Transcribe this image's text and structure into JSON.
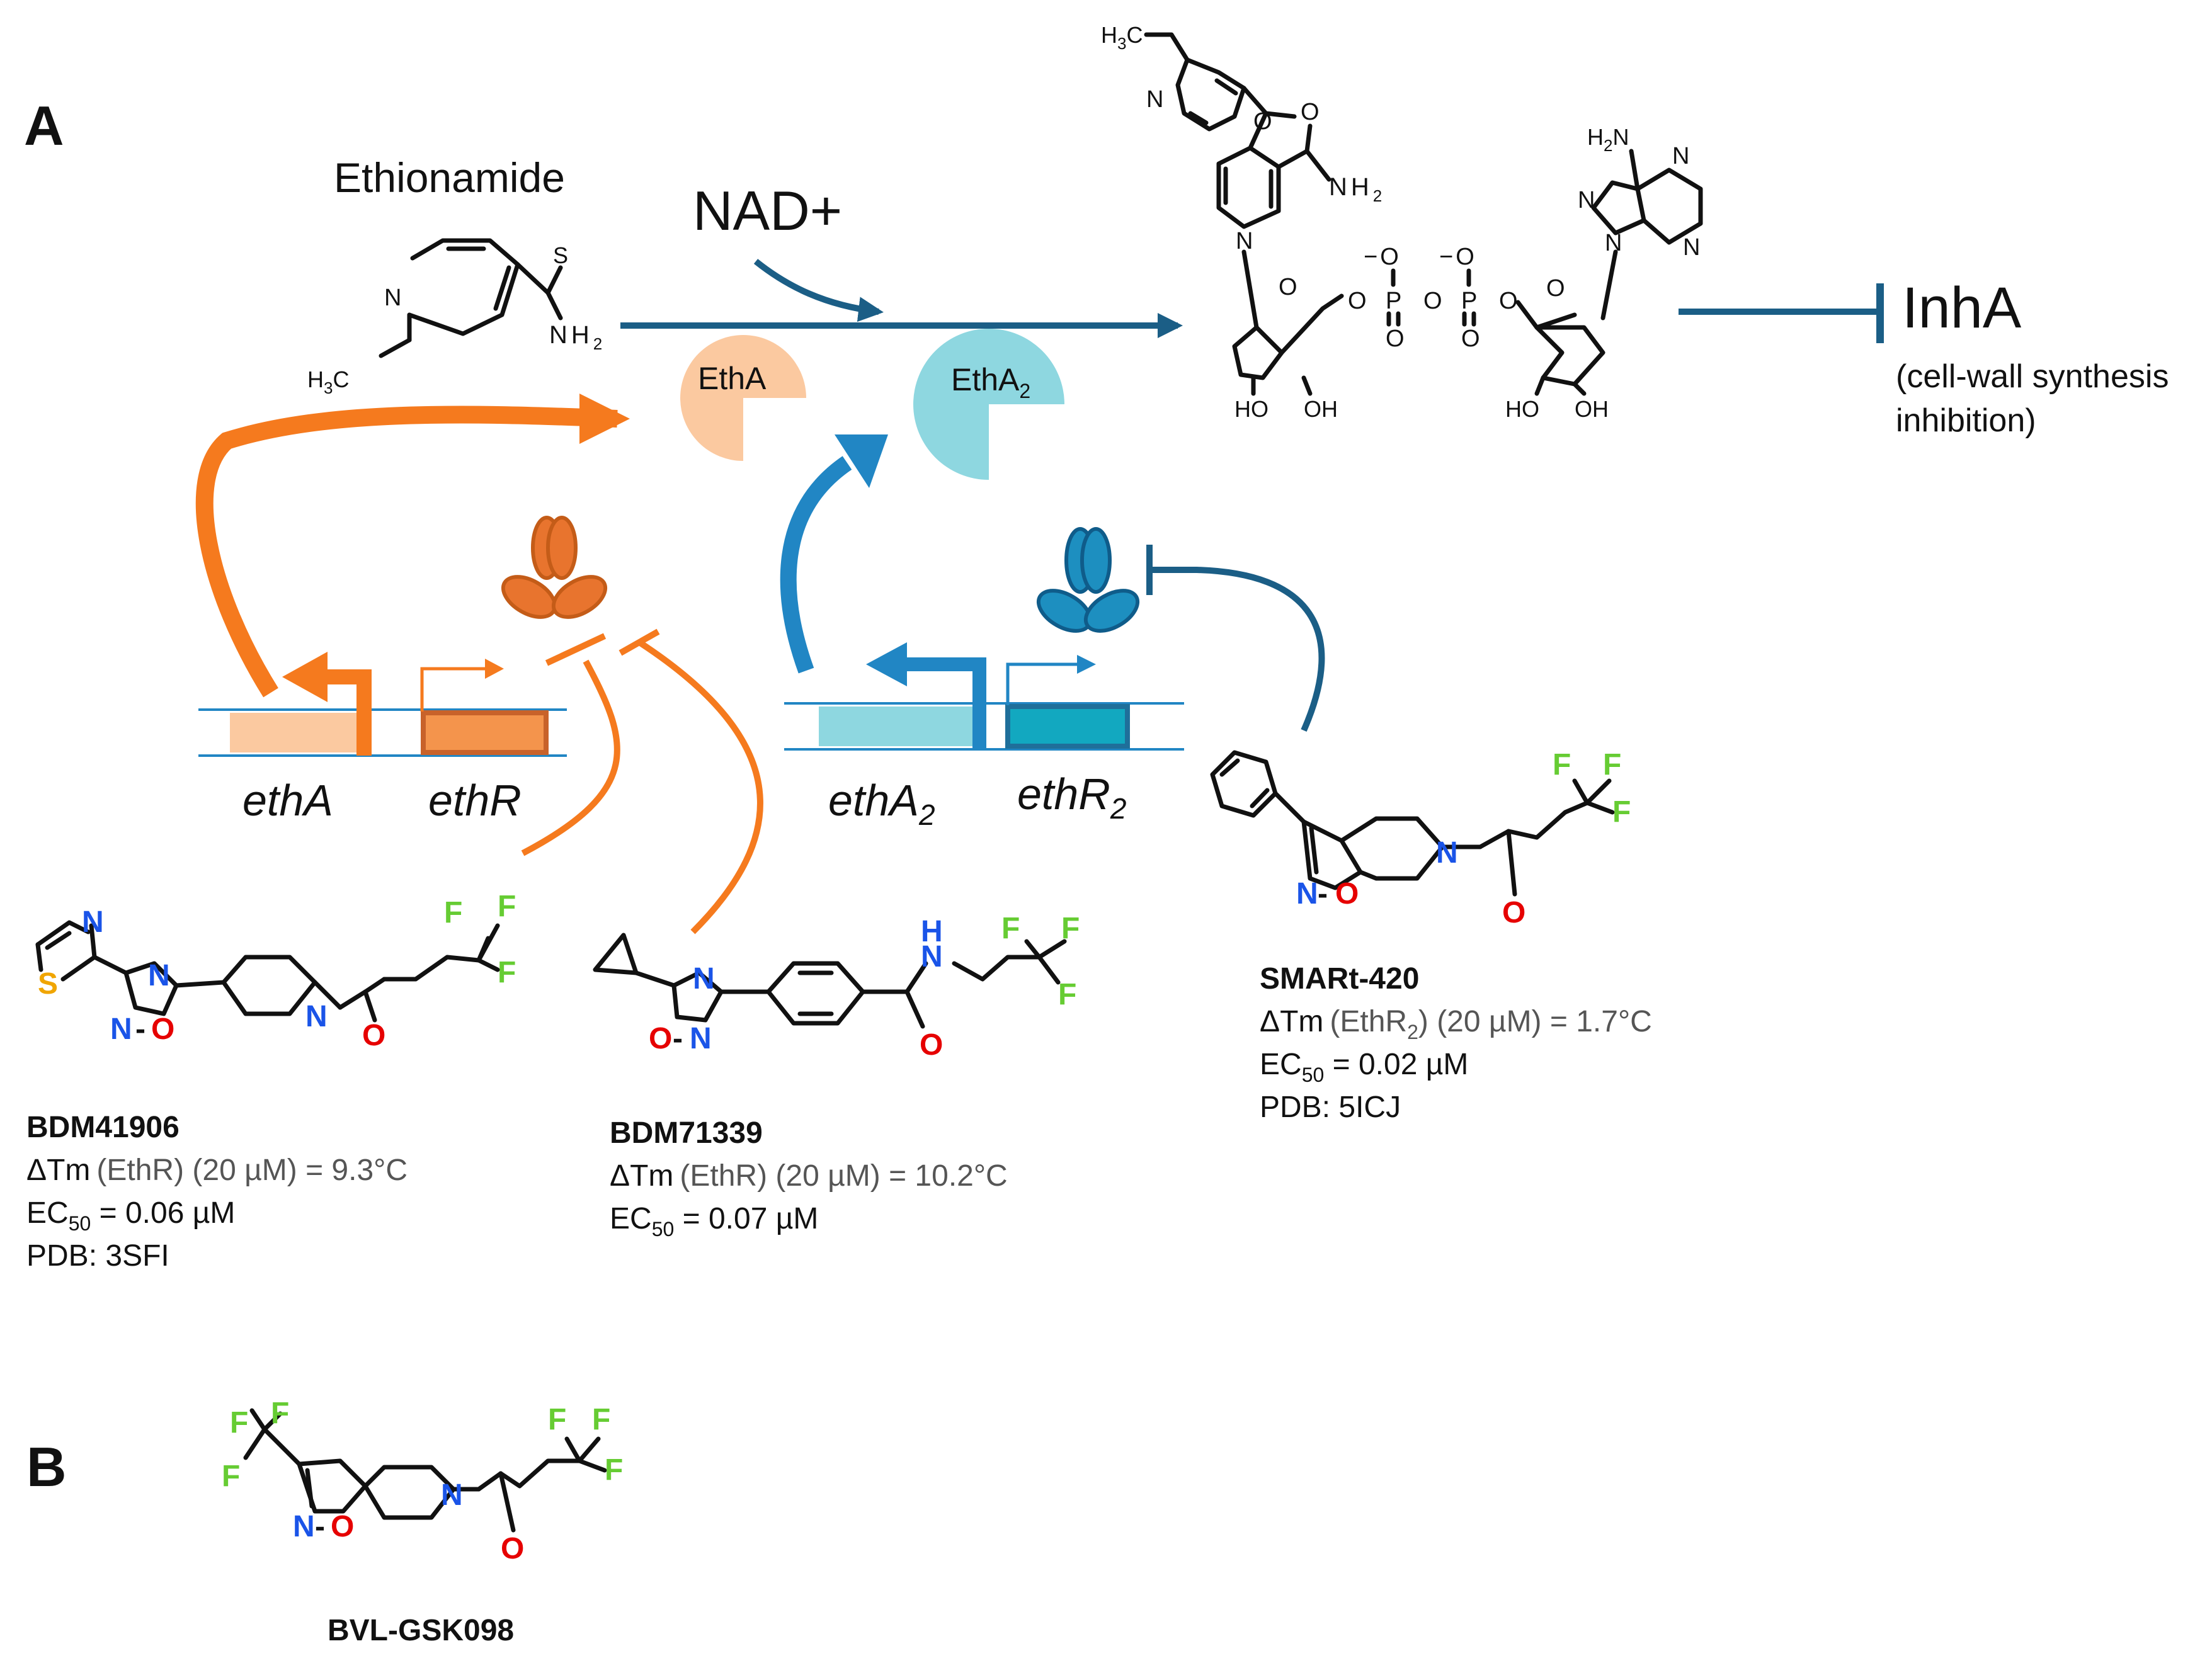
{
  "panel_labels": {
    "a": "A",
    "b": "B"
  },
  "pathway": {
    "drug_name": "Ethionamide",
    "cofactor": "NAD+",
    "target": "InhA",
    "target_note_line1": "(cell-wall synthesis",
    "target_note_line2": "inhibition)",
    "enzyme_1": "EthA",
    "enzyme_2_base": "EthA",
    "enzyme_2_sub": "2"
  },
  "genes": {
    "etha": "ethA",
    "ethr": "ethR",
    "etha2_base": "ethA",
    "etha2_sub": "2",
    "ethr2_base": "ethR",
    "ethr2_sub": "2"
  },
  "compounds": [
    {
      "name": "BDM41906",
      "dtm_prefix": "ΔTm",
      "dtm_cond": "(EthR) (20 µM) = 9.3°C",
      "ec_label": "EC",
      "ec_sub": "50",
      "ec_value": " = 0.06 µM",
      "pdb": "PDB: 3SFI"
    },
    {
      "name": "BDM71339",
      "dtm_prefix": "ΔTm",
      "dtm_cond": "(EthR) (20 µM) = 10.2°C",
      "ec_label": "EC",
      "ec_sub": "50",
      "ec_value": " = 0.07 µM"
    },
    {
      "name": "SMARt-420",
      "dtm_prefix": "ΔTm",
      "dtm_cond_a": "(EthR",
      "dtm_cond_sub": "2",
      "dtm_cond_b": ") (20 µM) = 1.7°C",
      "ec_label": "EC",
      "ec_sub": "50",
      "ec_value": " = 0.02 µM",
      "pdb": "PDB: 5ICJ"
    }
  ],
  "compound_b": {
    "name": "BVL-GSK098"
  },
  "atoms": {
    "nitrogen": "N",
    "oxygen": "O",
    "sulfur": "S",
    "fluorine": "F",
    "phosphorus": "P",
    "minus": "−",
    "hydroxyl": "HO",
    "hydroxyl_r": "OH",
    "amine": "NH",
    "amine_sub": "2",
    "h2n": "H",
    "h2n_sub": "2",
    "h2n_n": "N",
    "methyl_h": "H",
    "methyl_sub": "3",
    "methyl_c": "C"
  },
  "colors": {
    "orange": "#f57a1e",
    "orange_light": "#fbc9a0",
    "orange_box": "#f4944c",
    "blue_dark": "#1b5e86",
    "blue_mid": "#2186c4",
    "cyan_light": "#8ed7e0",
    "teal_box": "#12a8c0",
    "nitrogen": "#1a54e8",
    "oxygen": "#e60000",
    "fluorine": "#66cc33",
    "sulfur": "#f0a500"
  }
}
